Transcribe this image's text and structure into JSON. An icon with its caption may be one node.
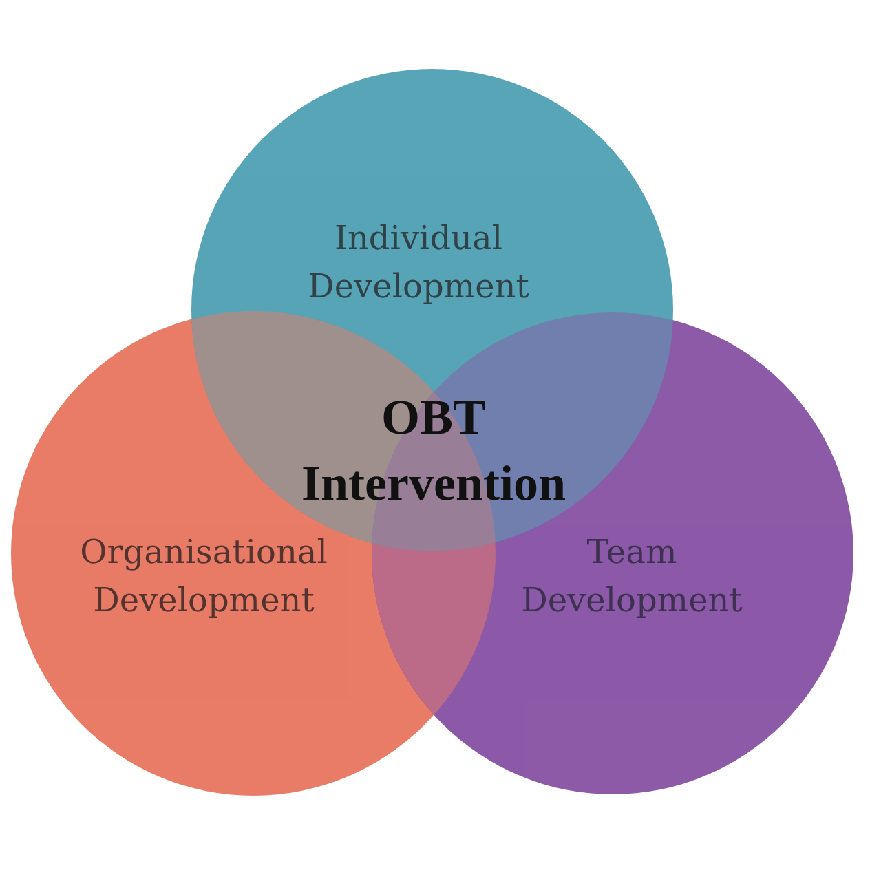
{
  "diagram": {
    "nodes": [
      {
        "text": [
          "Individual Development"
        ]
      },
      {
        "text": [
          "Organisational Development"
        ]
      },
      {
        "text": [
          "Team Development"
        ]
      }
    ],
    "labels": [
      "OBT Intervention"
    ]
  }
}
